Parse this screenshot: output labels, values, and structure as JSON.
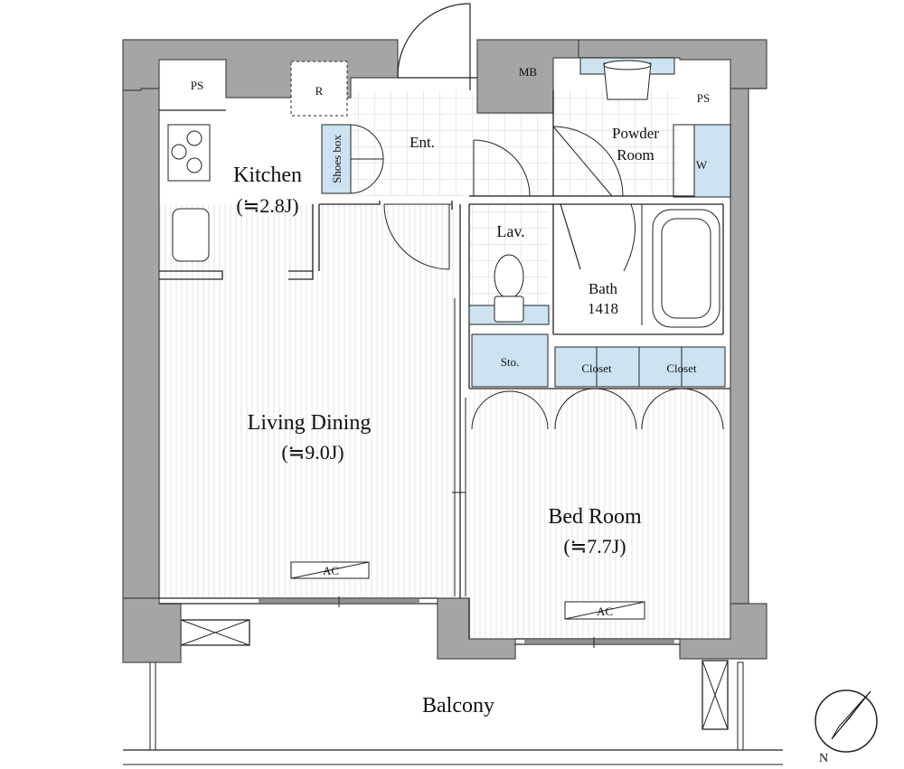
{
  "rooms": {
    "kitchen": {
      "name": "Kitchen",
      "size": "(≒2.8J)"
    },
    "living": {
      "name": "Living Dining",
      "size": "(≒9.0J)"
    },
    "bedroom": {
      "name": "Bed Room",
      "size": "(≒7.7J)"
    },
    "entrance": "Ent.",
    "lavatory": "Lav.",
    "powder": {
      "line1": "Powder",
      "line2": "Room"
    },
    "bath": {
      "name": "Bath",
      "size": "1418"
    },
    "balcony": "Balcony"
  },
  "fixtures": {
    "mb": "MB",
    "ps_left": "PS",
    "ps_right": "PS",
    "fridge": "R",
    "shoes_box": "Shoes box",
    "storage": "Sto.",
    "closet_1": "Closet",
    "closet_2": "Closet",
    "washer": "W",
    "ac_living": "AC",
    "ac_bed": "AC"
  },
  "compass": {
    "north": "N"
  },
  "colors": {
    "wall": "#a5a5a5",
    "wall_outline": "#4a4a4a",
    "storage_fill": "#cde3f1",
    "floor_hatch": "#e2e2e2",
    "line": "#222222"
  }
}
